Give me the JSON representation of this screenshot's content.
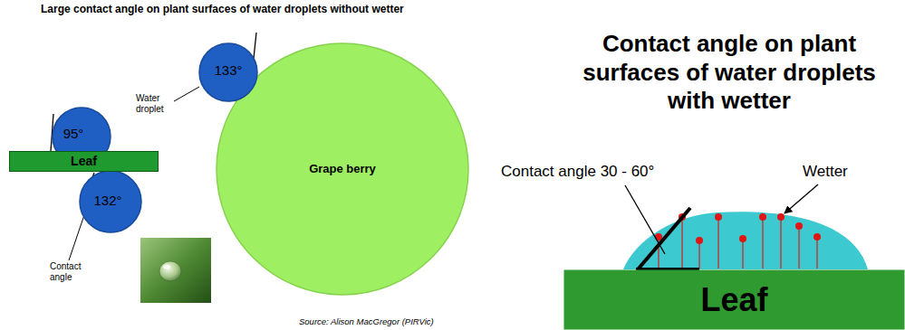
{
  "diagram": {
    "title": "Large contact angle on plant surfaces of water droplets without wetter",
    "nodes": [
      {
        "text": [
          "133°"
        ]
      },
      {
        "text": [
          "95°"
        ]
      },
      {
        "text": [
          "Leaf"
        ]
      },
      {
        "text": [
          "132°"
        ]
      },
      {
        "text": [
          "Grape berry"
        ]
      },
      {
        "text": [
          "Leaf"
        ]
      }
    ],
    "labels": [
      "Water droplet",
      "Contact angle",
      "Source: Alison MacGregor (PIRVic)",
      "Contact angle on plant surfaces of water droplets with wetter",
      "Contact angle 30 - 60°",
      "Wetter"
    ]
  }
}
